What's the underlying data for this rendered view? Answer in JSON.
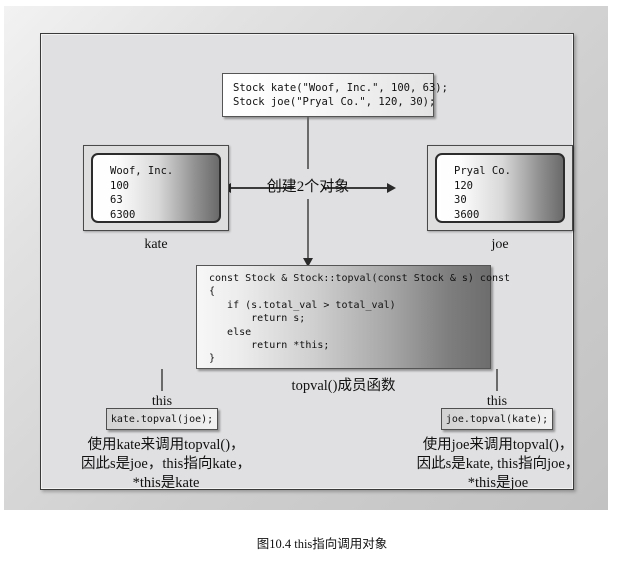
{
  "figure": {
    "caption": "图10.4 this指向调用对象"
  },
  "top_code": {
    "line1": "Stock kate(\"Woof, Inc.\", 100, 63);",
    "line2": "Stock joe(\"Pryal Co.\", 120, 30);"
  },
  "center": {
    "create_label": "创建2个对象"
  },
  "kate_object": {
    "name_line": "Woof, Inc.",
    "shares": "100",
    "share_val": "63",
    "total_val": "6300",
    "caption": "kate"
  },
  "joe_object": {
    "name_line": "Pryal Co.",
    "shares": "120",
    "share_val": "30",
    "total_val": "3600",
    "caption": "joe"
  },
  "function_code": {
    "line1": "const Stock & Stock::topval(const Stock & s) const",
    "line2": "{",
    "line3": "   if (s.total_val > total_val)",
    "line4": "       return s;",
    "line5": "   else",
    "line6": "       return *this;",
    "line7": "}",
    "label": "topval()成员函数"
  },
  "left_call": {
    "this_label": "this",
    "code": "kate.topval(joe);",
    "explain_line1": "使用kate来调用topval()，",
    "explain_line2": "因此s是joe，this指向kate，",
    "explain_line3": "*this是kate"
  },
  "right_call": {
    "this_label": "this",
    "code": "joe.topval(kate);",
    "explain_line1": "使用joe来调用topval()，",
    "explain_line2": "因此s是kate, this指向joe，",
    "explain_line3": "*this是joe"
  },
  "colors": {
    "panel_bg": "#e0e0e2",
    "mat_bg": "#d4d4d4",
    "line": "#3b3b3b",
    "text": "#111111"
  }
}
